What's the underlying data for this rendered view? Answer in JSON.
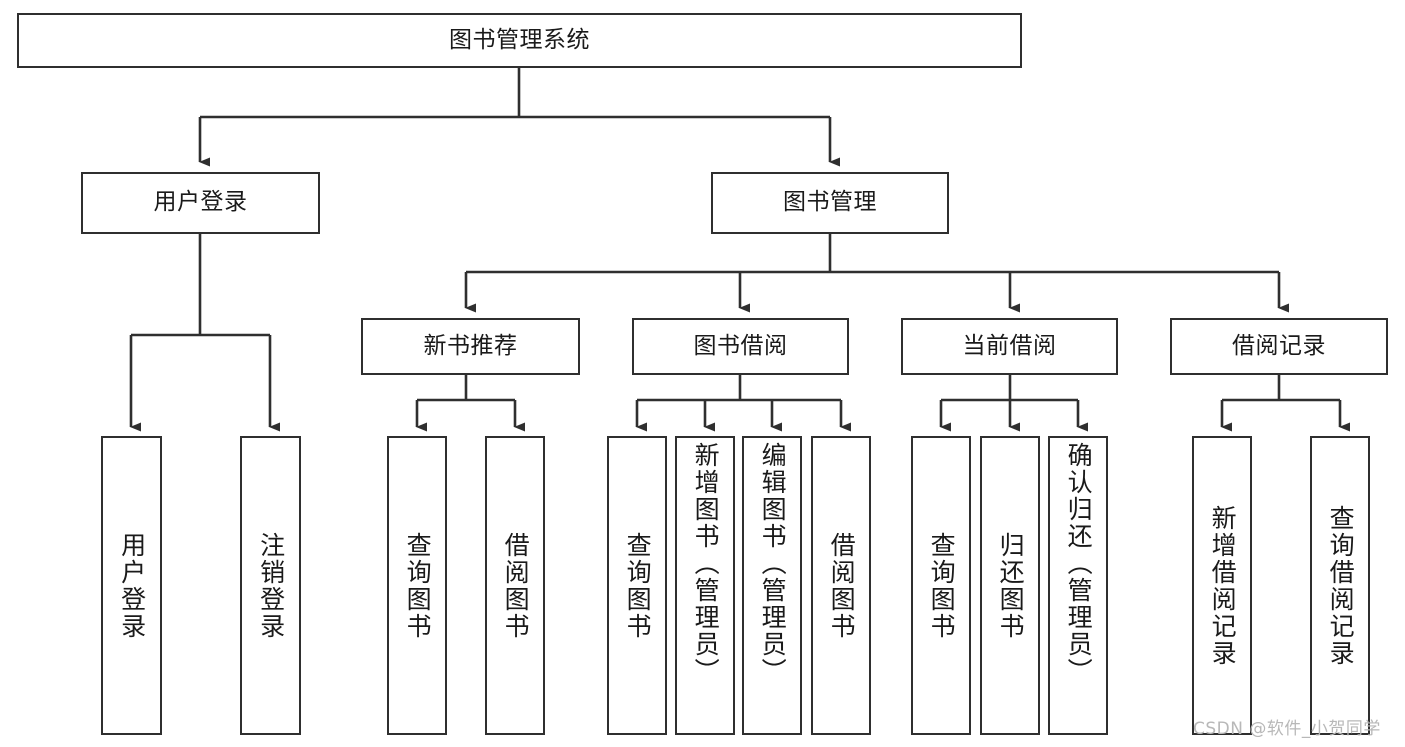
{
  "diagram": {
    "type": "tree-hierarchy-diagram",
    "title": "图书管理系统",
    "stroke_color": "#2f2f2f",
    "background_color": "#ffffff",
    "text_color": "#1a1a1a",
    "root": {
      "id": "root",
      "label": "图书管理系统"
    },
    "level2": [
      {
        "id": "user-login",
        "label": "用户登录"
      },
      {
        "id": "book-management",
        "label": "图书管理"
      }
    ],
    "level3": [
      {
        "id": "new-book-recommend",
        "label": "新书推荐"
      },
      {
        "id": "book-borrow",
        "label": "图书借阅"
      },
      {
        "id": "current-borrow",
        "label": "当前借阅"
      },
      {
        "id": "borrow-record",
        "label": "借阅记录"
      }
    ],
    "leaves": [
      {
        "id": "leaf-user-login",
        "label": "用户登录",
        "parent": "user-login"
      },
      {
        "id": "leaf-logout-login",
        "label": "注销登录",
        "parent": "user-login"
      },
      {
        "id": "leaf-query-book-1",
        "label": "查询图书",
        "parent": "new-book-recommend"
      },
      {
        "id": "leaf-borrow-book-1",
        "label": "借阅图书",
        "parent": "new-book-recommend"
      },
      {
        "id": "leaf-query-book-2",
        "label": "查询图书",
        "parent": "book-borrow"
      },
      {
        "id": "leaf-add-book",
        "label": "新增图书（管理员）",
        "parent": "book-borrow"
      },
      {
        "id": "leaf-edit-book",
        "label": "编辑图书（管理员）",
        "parent": "book-borrow"
      },
      {
        "id": "leaf-borrow-book-2",
        "label": "借阅图书",
        "parent": "book-borrow"
      },
      {
        "id": "leaf-query-book-3",
        "label": "查询图书",
        "parent": "current-borrow"
      },
      {
        "id": "leaf-return-book",
        "label": "归还图书",
        "parent": "current-borrow"
      },
      {
        "id": "leaf-confirm-return",
        "label": "确认归还（管理员）",
        "parent": "current-borrow"
      },
      {
        "id": "leaf-add-borrow-record",
        "label": "新增借阅记录",
        "parent": "borrow-record"
      },
      {
        "id": "leaf-query-borrow-record",
        "label": "查询借阅记录",
        "parent": "borrow-record"
      }
    ]
  },
  "watermark": {
    "text": "CSDN @软件_小贺同学",
    "color": "#b8b8b8"
  }
}
